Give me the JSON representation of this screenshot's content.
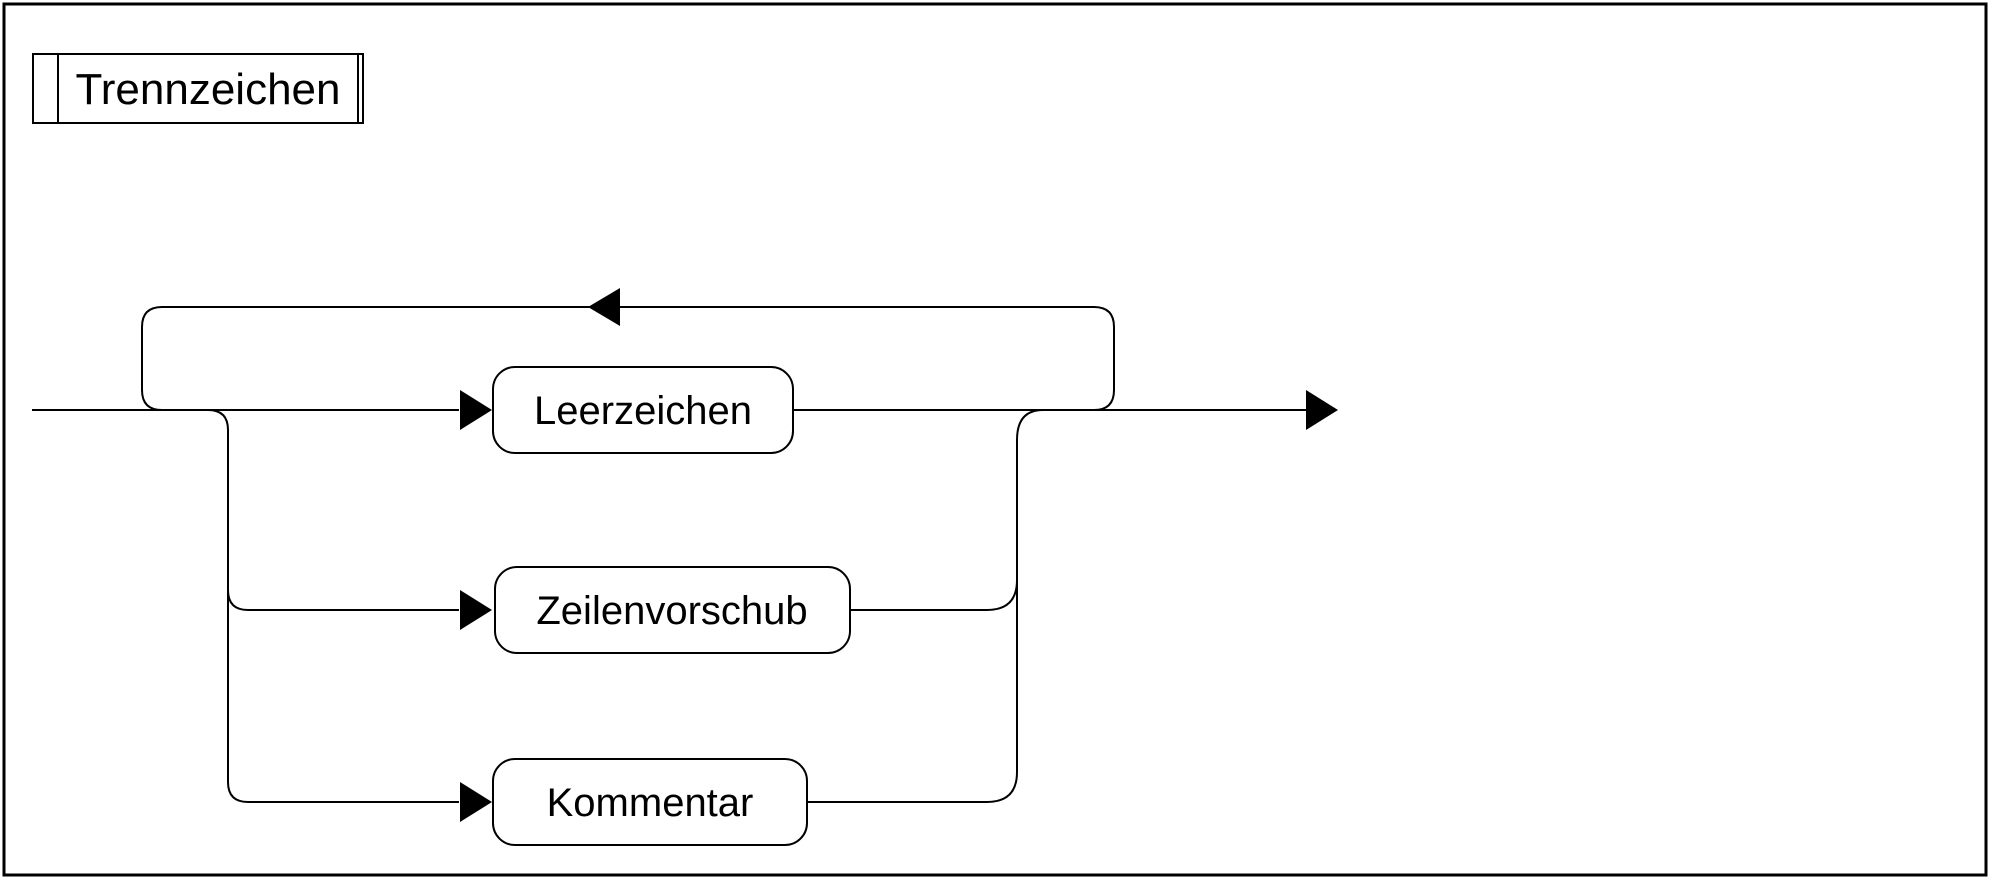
{
  "colors": {
    "line": "#000000",
    "text": "#000000",
    "background": "#ffffff",
    "box_fill": "#ffffff"
  },
  "title_box": {
    "label": "Trennzeichen"
  },
  "nodes": [
    {
      "label": "Leerzeichen"
    },
    {
      "label": "Zeilenvorschub"
    },
    {
      "label": "Kommentar"
    }
  ]
}
